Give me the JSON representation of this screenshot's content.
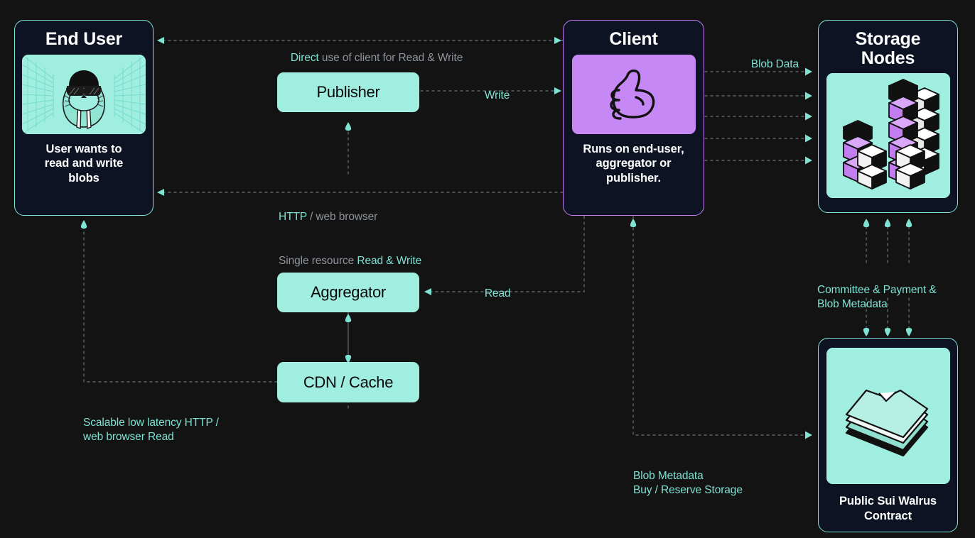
{
  "diagram": {
    "title": "Walrus read & write architecture",
    "background": "#131313",
    "colors": {
      "mint": "#9feee0",
      "teal_line": "#7fe3d4",
      "purple": "#c688f5",
      "purple_border": "#c07ef0",
      "card_bg": "#0d1322",
      "gray_text": "#8e949c",
      "white": "#ffffff"
    }
  },
  "cards": {
    "end_user": {
      "title": "End User",
      "caption": "User wants to\nread and write\nblobs",
      "art": "walrus-avatar-illustration",
      "accent": "#7fe3d4"
    },
    "client": {
      "title": "Client",
      "caption": "Runs on end-user,\naggregator or\npublisher.",
      "art": "thumbs-up-illustration",
      "accent": "#c07ef0"
    },
    "storage_nodes": {
      "title": "Storage\nNodes",
      "caption": "",
      "art": "isometric-cube-stacks-illustration",
      "accent": "#7fe3d4"
    },
    "contract": {
      "title": "",
      "caption": "Public Sui Walrus\nContract",
      "art": "stacked-documents-illustration",
      "accent": "#7fe3d4"
    }
  },
  "nodes": {
    "publisher": "Publisher",
    "aggregator": "Aggregator",
    "cdn_cache": "CDN / Cache"
  },
  "labels": {
    "direct_use": {
      "highlight": "Direct",
      "rest": " use of client for Read & Write"
    },
    "write": "Write",
    "blob_data": "Blob Data",
    "read": "Read",
    "http_line1_a": "HTTP",
    "http_line1_b": " / web browser",
    "http_line2_a": "Single resource ",
    "http_line2_b": "Read & Write",
    "scalable": "Scalable low latency HTTP /\nweb browser Read",
    "committee": "Committee & Payment &\nBlob Metadata",
    "blob_metadata": "Blob Metadata\nBuy / Reserve Storage"
  }
}
